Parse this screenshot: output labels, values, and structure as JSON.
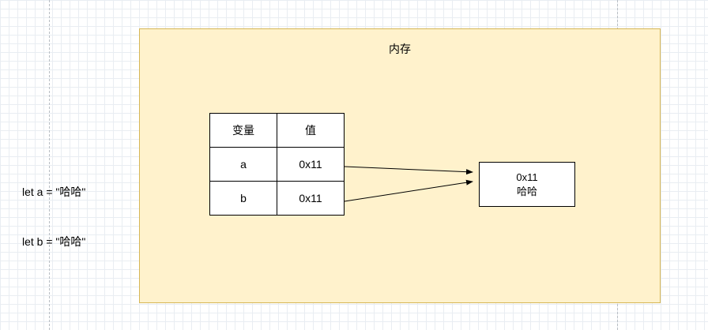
{
  "diagram": {
    "container": {
      "title": "内存"
    },
    "code": {
      "lines": [
        "let a = \"哈哈\"",
        "let b = \"哈哈\""
      ]
    },
    "table": {
      "headers": [
        "变量",
        "值"
      ],
      "rows": [
        [
          "a",
          "0x11"
        ],
        [
          "b",
          "0x11"
        ]
      ]
    },
    "heap_box": {
      "address": "0x11",
      "value": "哈哈"
    },
    "colors": {
      "container_fill": "#FFF2CC",
      "container_border": "#D6B656",
      "grid_line": "#E9EDF2",
      "arrow": "#000000"
    }
  }
}
